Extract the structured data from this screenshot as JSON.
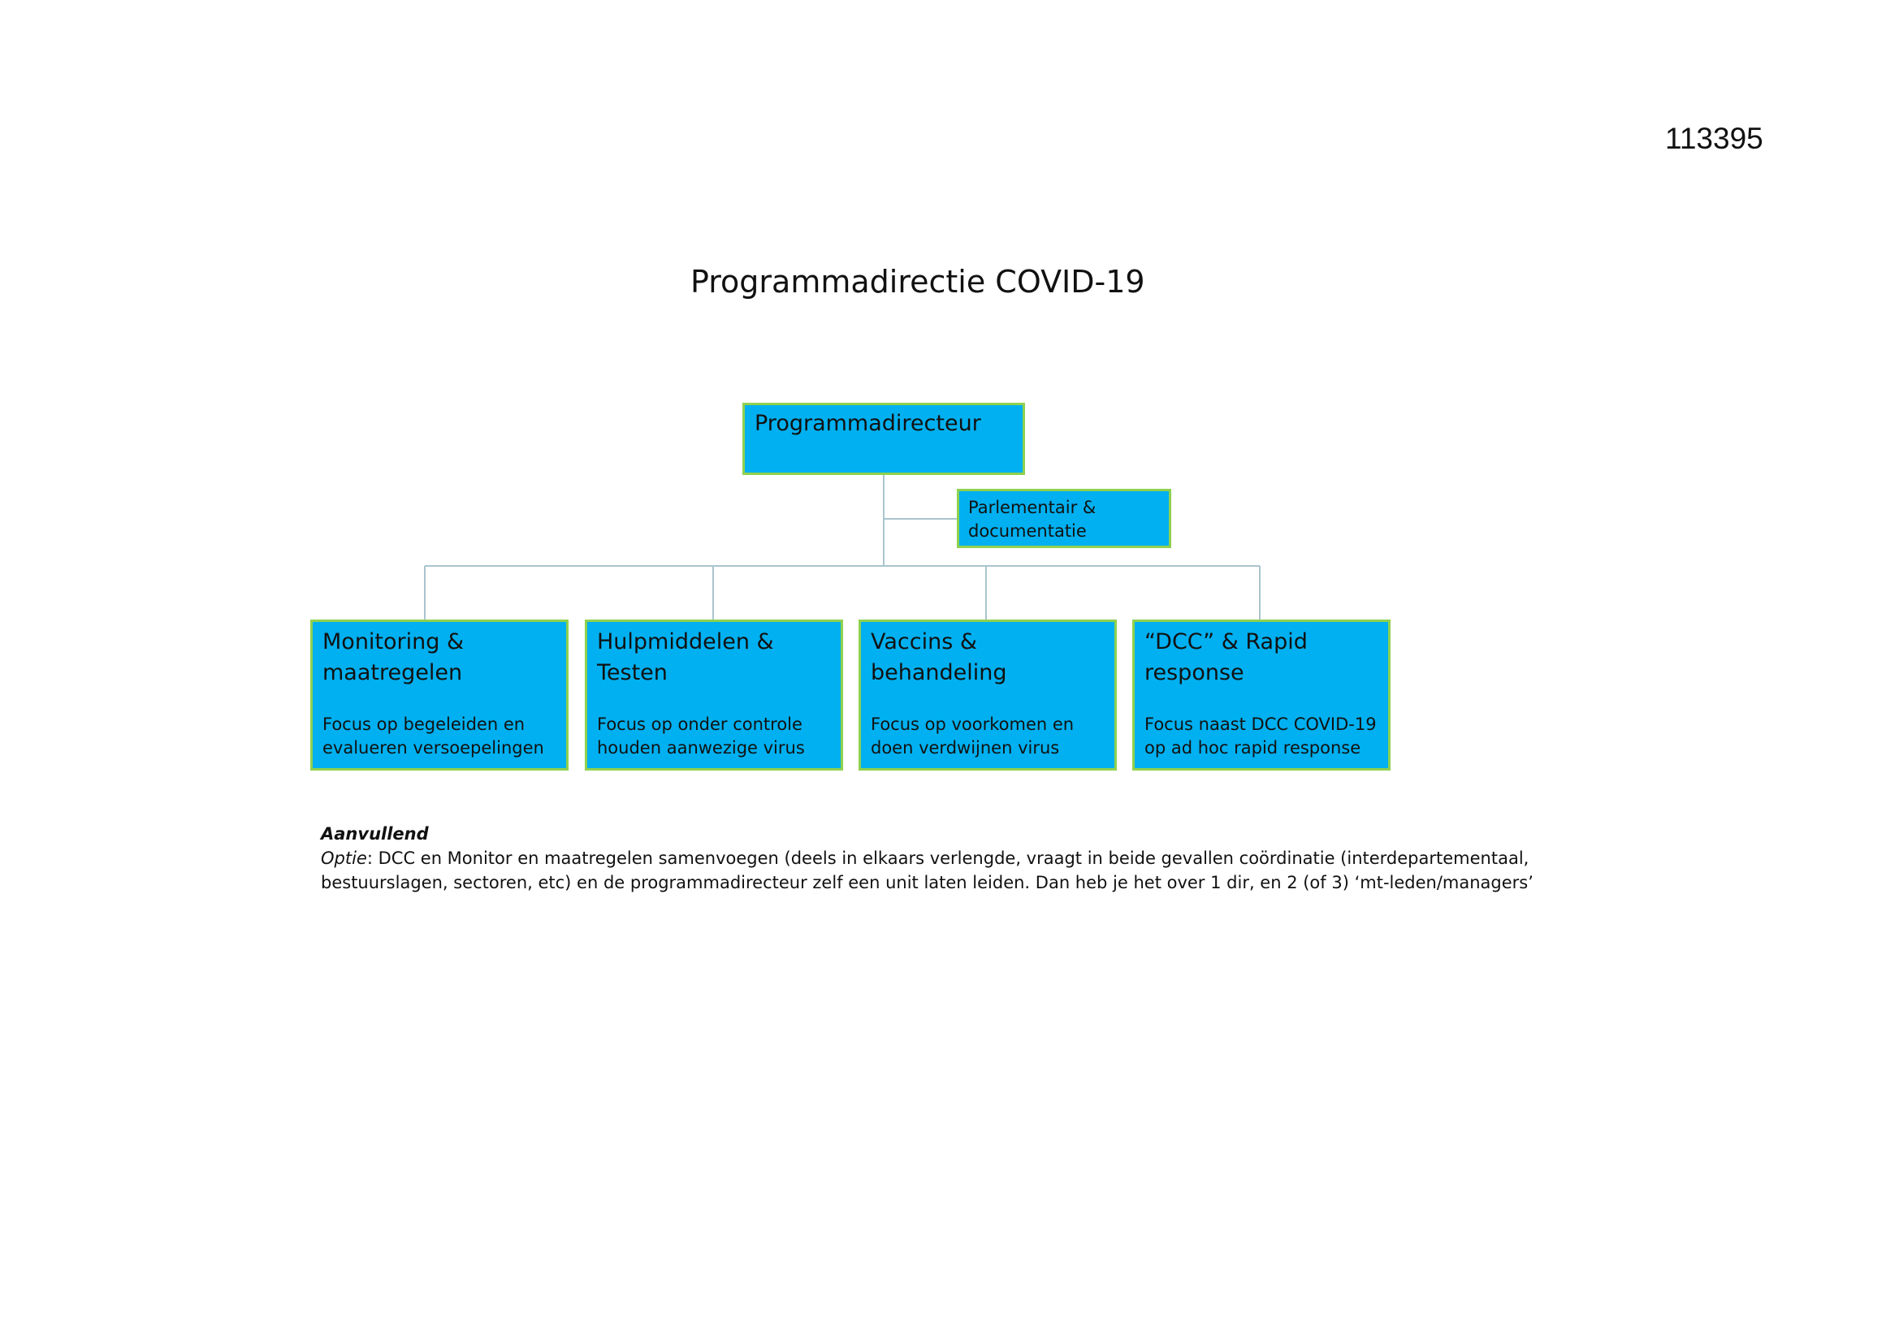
{
  "page": {
    "doc_number": "113395",
    "title": "Programmadirectie COVID-19"
  },
  "org_chart": {
    "top": {
      "label": "Programmadirecteur"
    },
    "staff": {
      "label": "Parlementair & documentatie"
    },
    "units": [
      {
        "title": "Monitoring & maatregelen",
        "focus": "Focus op begeleiden en evalueren versoepelingen"
      },
      {
        "title": "Hulpmiddelen & Testen",
        "focus": "Focus op onder controle houden aanwezige virus"
      },
      {
        "title": "Vaccins & behandeling",
        "focus": "Focus op voorkomen en doen verdwijnen virus"
      },
      {
        "title": "“DCC” & Rapid response",
        "focus": "Focus naast DCC COVID-19 op ad hoc rapid response"
      }
    ],
    "colors": {
      "box_fill": "#00b0f0",
      "box_border": "#8fd14f",
      "connector": "#a9c4cf"
    }
  },
  "notes": {
    "heading": "Aanvullend",
    "option_label": "Optie",
    "option_text": ": DCC en Monitor en maatregelen samenvoegen (deels in elkaars verlengde, vraagt in beide gevallen coördinatie (interdepartementaal, bestuurslagen, sectoren, etc) en de programmadirecteur zelf een unit laten leiden. Dan heb je het over 1 dir, en 2 (of 3) ‘mt-leden/managers’"
  }
}
